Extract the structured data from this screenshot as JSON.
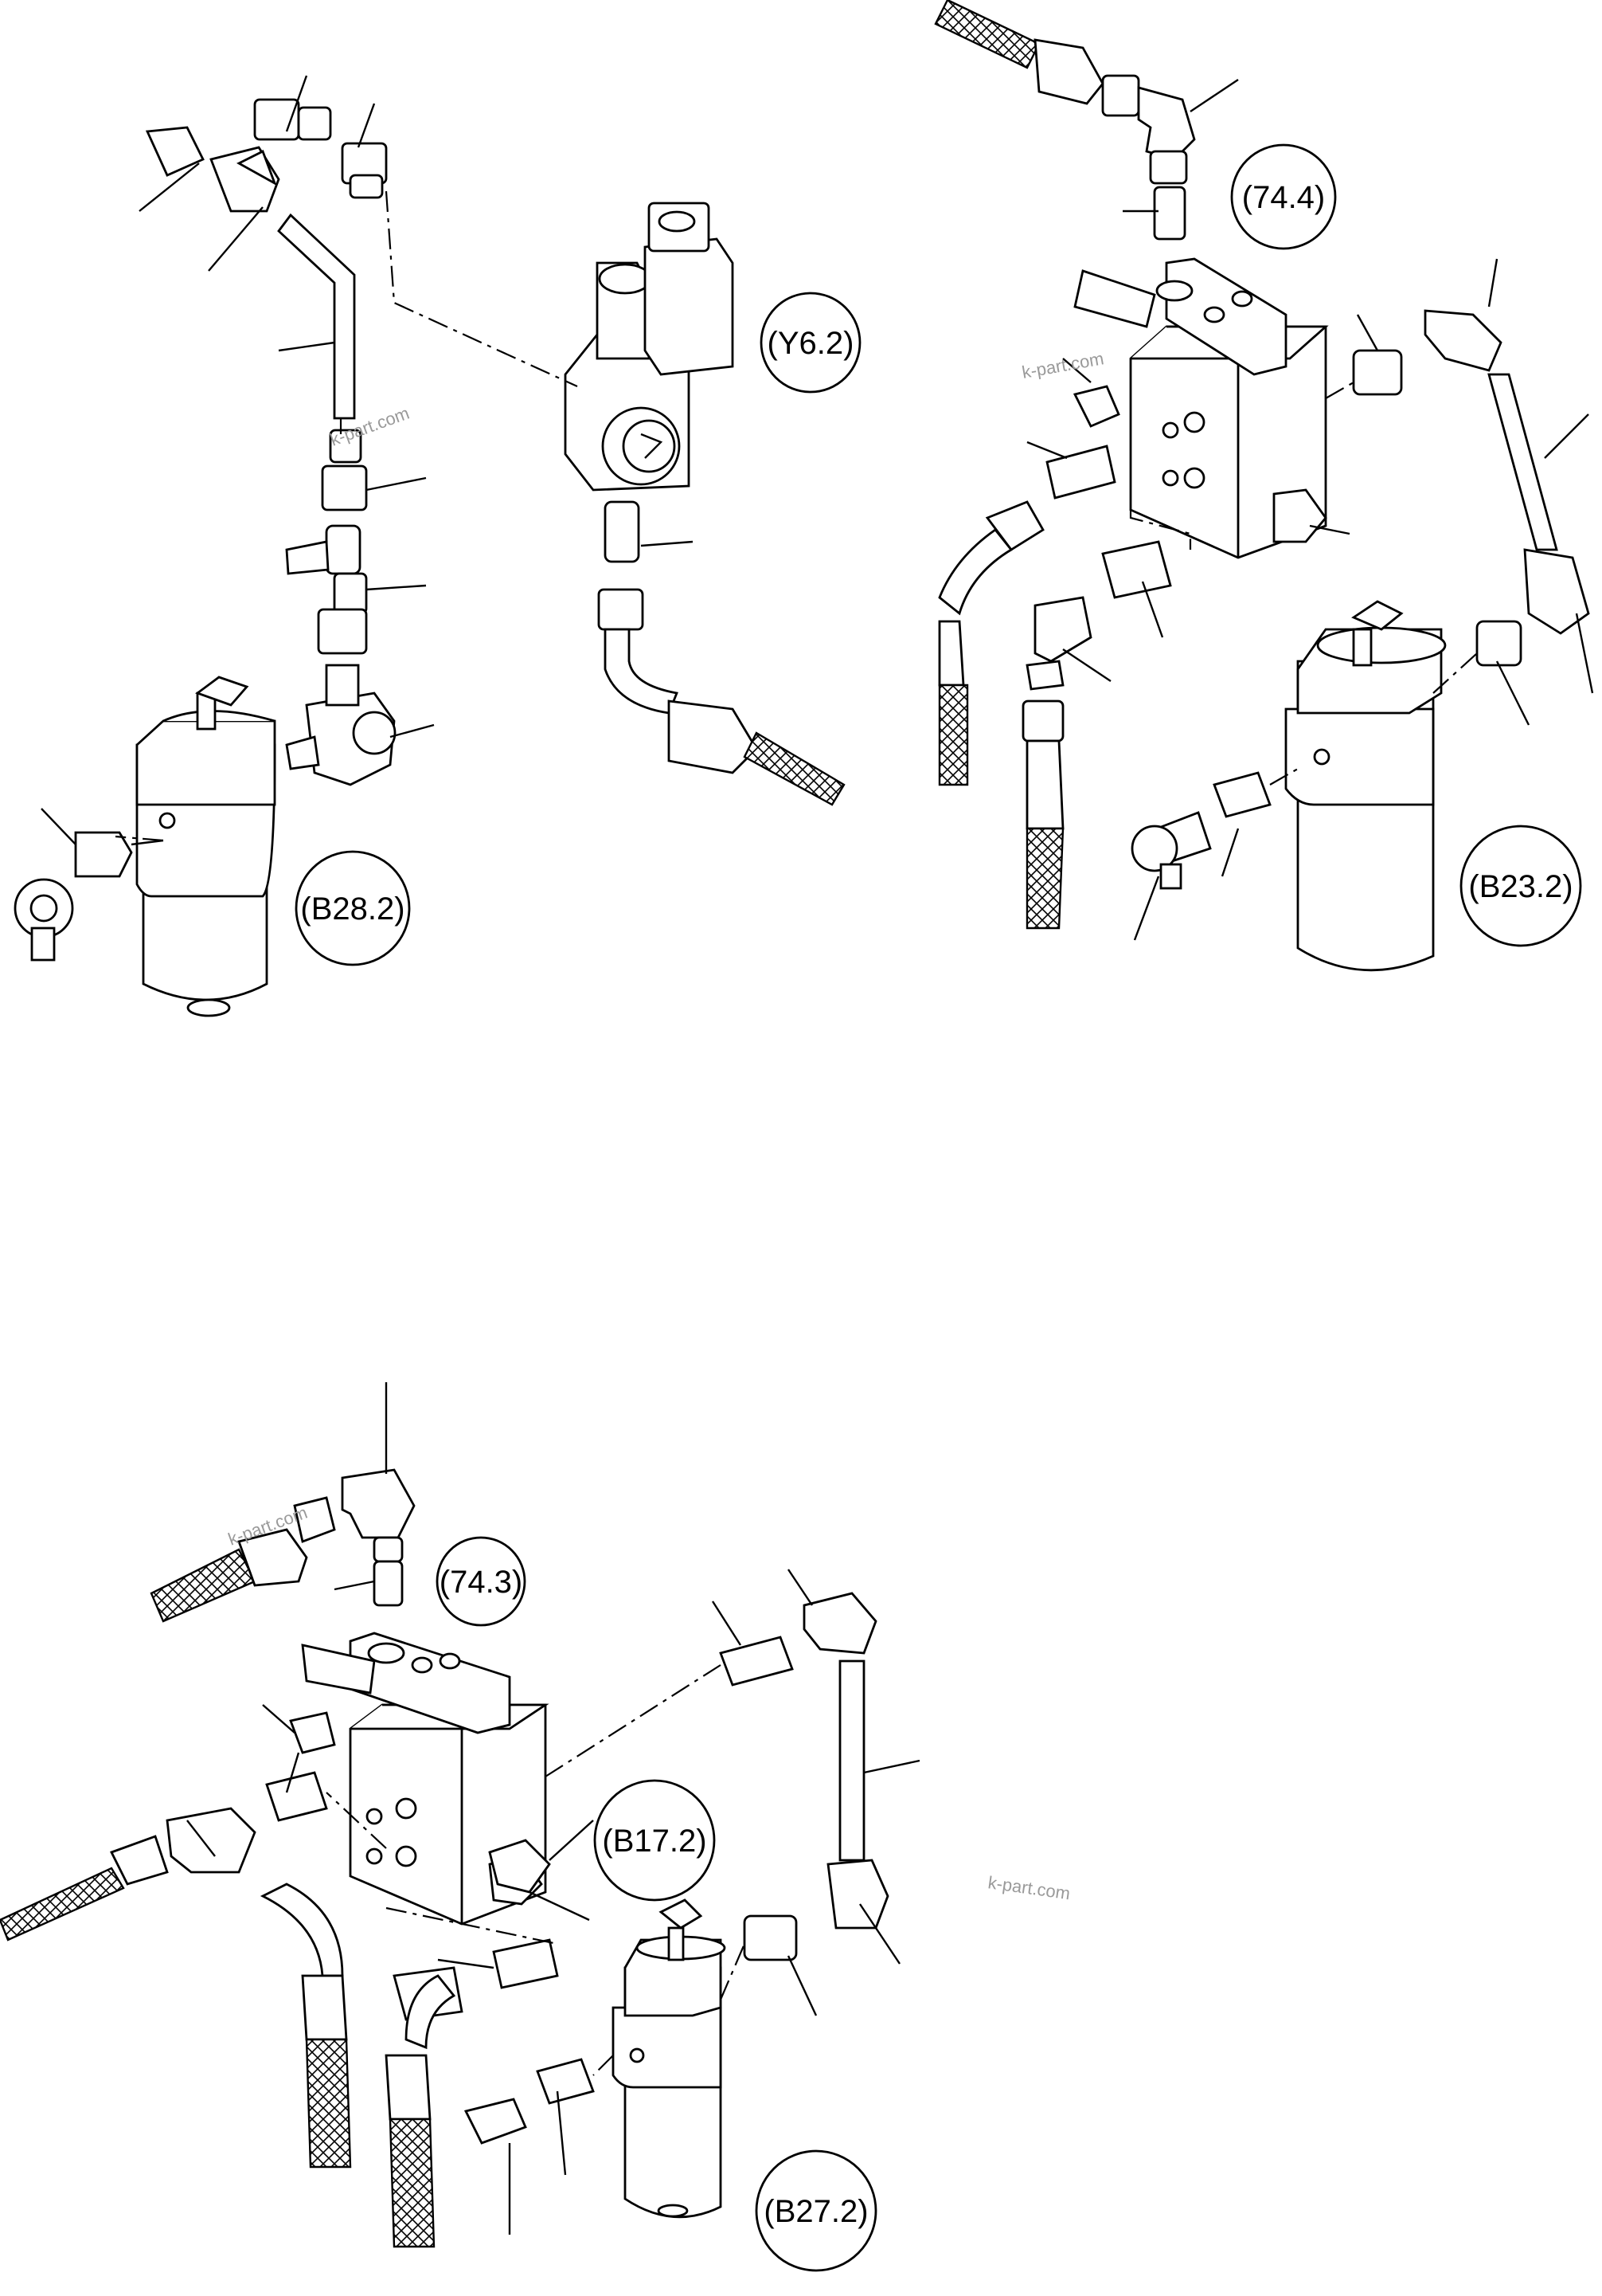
{
  "diagram": {
    "callouts": [
      {
        "id": "B28.2",
        "text": "(B28.2)"
      },
      {
        "id": "Y6.2",
        "text": "(Y6.2)"
      },
      {
        "id": "74.4",
        "text": "(74.4)"
      },
      {
        "id": "B23.2",
        "text": "(B23.2)"
      },
      {
        "id": "74.3",
        "text": "(74.3)"
      },
      {
        "id": "B17.2",
        "text": "(B17.2)"
      },
      {
        "id": "B27.2",
        "text": "(B27.2)"
      }
    ],
    "watermarks": [
      "k-part.com",
      "k-part.com",
      "k-part.com",
      "k-part.com"
    ]
  }
}
